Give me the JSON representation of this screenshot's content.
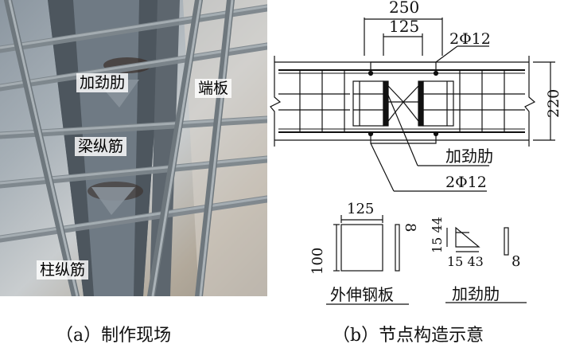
{
  "photo": {
    "labels": {
      "stiffener": "加劲肋",
      "end_plate": "端板",
      "beam_rebar": "梁纵筋",
      "column_rebar": "柱纵筋"
    }
  },
  "captions": {
    "a": "（a）制作现场",
    "b": "（b）节点构造示意"
  },
  "drawing": {
    "dim_250": "250",
    "dim_125_top": "125",
    "rebar_top": "2Φ12",
    "dim_220": "220",
    "stiffener_label": "加劲肋",
    "rebar_bottom": "2Φ12"
  },
  "details": {
    "plate": {
      "dim_125": "125",
      "dim_8": "8",
      "dim_100": "100",
      "title": "外伸钢板"
    },
    "rib": {
      "dim_15_44": "15 44",
      "dim_15_43": "15 43",
      "dim_8": "8",
      "title": "加劲肋"
    }
  }
}
